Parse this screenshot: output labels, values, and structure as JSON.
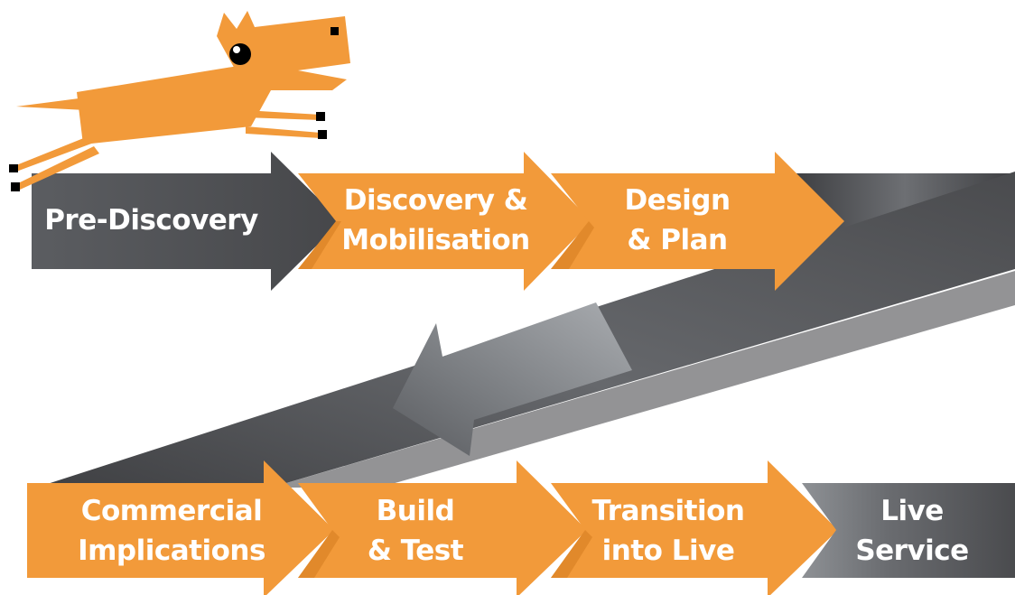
{
  "colors": {
    "orange": "#f29a3a",
    "dark_grey": "#4b4c4f",
    "mid_grey": "#6c6e72",
    "light_grey": "#9a9da1",
    "white": "#ffffff"
  },
  "mascot": {
    "icon": "orange-fox-mascot-icon"
  },
  "top_row": [
    {
      "line1": "Pre-Discovery",
      "line2": "",
      "style": "grey"
    },
    {
      "line1": "Discovery &",
      "line2": "Mobilisation",
      "style": "orange"
    },
    {
      "line1": "Design",
      "line2": "& Plan",
      "style": "orange"
    }
  ],
  "bottom_row": [
    {
      "line1": "Commercial",
      "line2": "Implications",
      "style": "orange"
    },
    {
      "line1": "Build",
      "line2": "& Test",
      "style": "orange"
    },
    {
      "line1": "Transition",
      "line2": "into Live",
      "style": "orange"
    },
    {
      "line1": "Live",
      "line2": "Service",
      "style": "grey"
    }
  ]
}
